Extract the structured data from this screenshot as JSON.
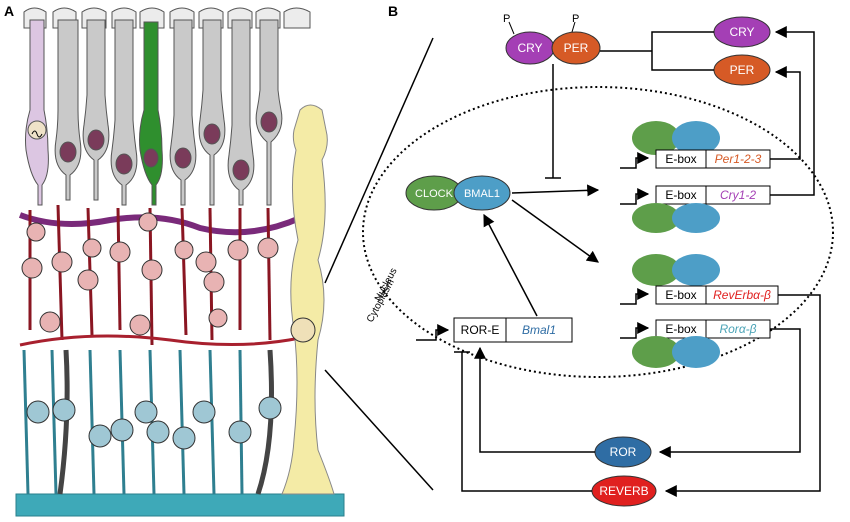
{
  "panels": {
    "a": "A",
    "b": "B"
  },
  "proteins": {
    "cry": "CRY",
    "per": "PER",
    "p_label": "P",
    "clock": "CLOCK",
    "bmal1": "BMAL1",
    "ror": "ROR",
    "reverb": "REVERB"
  },
  "promoters": {
    "ebox": "E-box",
    "rore": "ROR-E"
  },
  "genes": {
    "per123": "Per1-2-3",
    "cry12": "Cry1-2",
    "revprefix": "RevErb",
    "revalpha": "α-β",
    "rorprefix": "Ror",
    "roralpha": "α-β",
    "bmal1": "Bmal1"
  },
  "compartments": {
    "nucleus": "Nucleus",
    "cytoplasm": "Cytoplasm"
  },
  "colors": {
    "purple": "#a43fb5",
    "orange": "#d65a26",
    "green": "#5e9e4a",
    "blue": "#4d9ec7",
    "ror_blue": "#2f6da4",
    "red": "#e0201f",
    "rod_gray": "#c9c9c9",
    "bipolar_red": "#a8202e",
    "ganglion_teal": "#4aa3b6",
    "muller_yellow": "#f4eba6"
  }
}
